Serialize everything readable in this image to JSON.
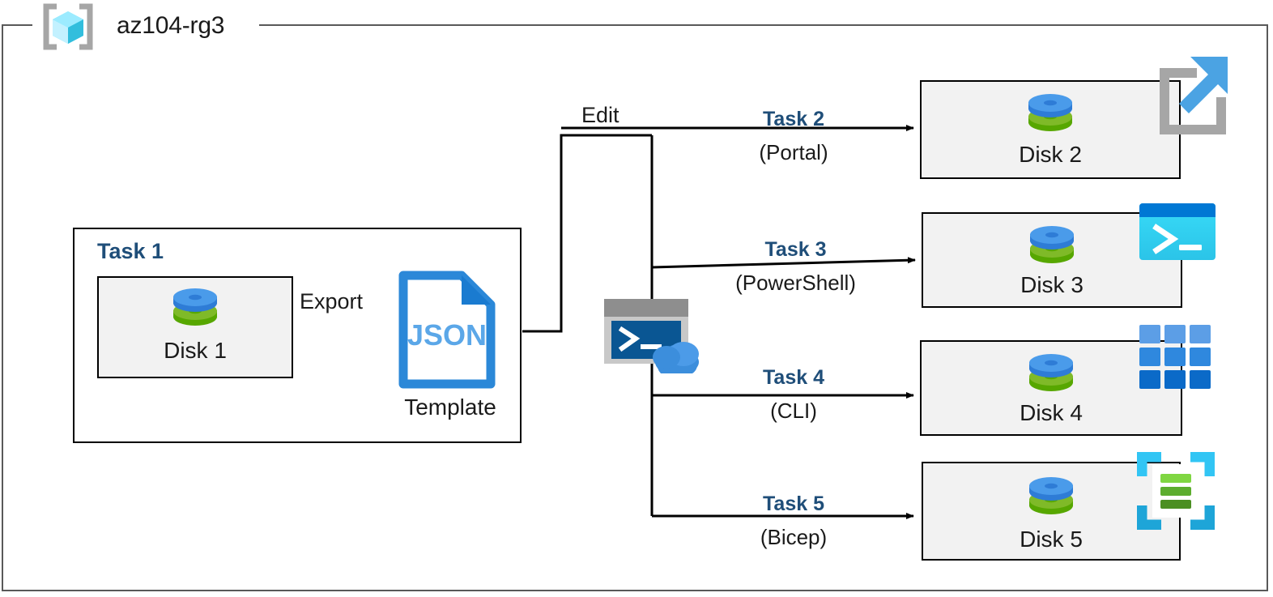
{
  "resource_group": {
    "name": "az104-rg3",
    "icon": "resource-group-icon"
  },
  "task1": {
    "label": "Task 1",
    "disk": {
      "caption": "Disk 1",
      "icon": "managed-disk-icon"
    },
    "export_label": "Export",
    "template": {
      "file_label": "JSON",
      "caption": "Template",
      "icon": "json-file-icon"
    }
  },
  "edit": {
    "label": "Edit",
    "cloud_shell_icon": "cloud-shell-icon"
  },
  "branches": [
    {
      "task": "Task 2",
      "method": "(Portal)",
      "disk": "Disk 2",
      "tool_icon": "azure-portal-icon"
    },
    {
      "task": "Task 3",
      "method": "(PowerShell)",
      "disk": "Disk 3",
      "tool_icon": "powershell-icon"
    },
    {
      "task": "Task 4",
      "method": "(CLI)",
      "disk": "Disk 4",
      "tool_icon": "azure-cli-icon"
    },
    {
      "task": "Task 5",
      "method": "(Bicep)",
      "disk": "Disk 5",
      "tool_icon": "bicep-icon"
    }
  ],
  "colors": {
    "task_label_blue": "#1F4E79",
    "box_fill": "#F2F2F2",
    "box_stroke": "#000000",
    "rg_stroke": "#595959",
    "disk_top_blue": "#3F8EDC",
    "disk_bottom_green": "#6CAE2B",
    "json_blue": "#2B88D8",
    "portal_gray": "#A6A6A6",
    "portal_arrow_blue": "#4BA3E3",
    "powershell_cyan": "#2FD2F0",
    "powershell_titlebar": "#0078D4",
    "cli_blue": "#2E8BE0",
    "bicep_cyan": "#32C5F4",
    "bicep_green": "#6BBF28",
    "cloudshell_terminal": "#0A5693",
    "cloudshell_frame": "#9A9A9A",
    "cloudshell_cloud": "#3C8EDC"
  }
}
